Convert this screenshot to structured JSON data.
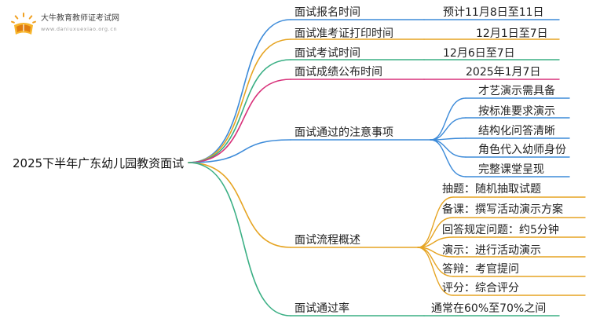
{
  "logo": {
    "name": "大牛教育教师证考试网",
    "url_text": "www.daniuxuexiao.org.cn"
  },
  "root": {
    "label": "2025下半年广东幼儿园教资面试"
  },
  "branches": [
    {
      "label": "面试报名时间",
      "color": "#3d8bd9",
      "children": [
        "预计11月8日至11日"
      ]
    },
    {
      "label": "面试准考证打印时间",
      "color": "#e6a422",
      "children": [
        "12月1日至7日"
      ]
    },
    {
      "label": "面试考试时间",
      "color": "#3aaf84",
      "children": [
        "12月6日至7日"
      ]
    },
    {
      "label": "面试成绩公布时间",
      "color": "#d8317a",
      "children": [
        "2025年1月7日"
      ]
    },
    {
      "label": "面试通过的注意事项",
      "color": "#3d8bd9",
      "children": [
        "才艺演示需具备",
        "按标准要求演示",
        "结构化问答清晰",
        "角色代入幼师身份",
        "完整课堂呈现"
      ]
    },
    {
      "label": "面试流程概述",
      "color": "#e6a422",
      "children": [
        "抽题：随机抽取试题",
        "备课：撰写活动演示方案",
        "回答规定问题：约5分钟",
        "演示：进行活动演示",
        "答辩：考官提问",
        "评分：综合评分"
      ]
    },
    {
      "label": "面试通过率",
      "color": "#3aaf84",
      "children": [
        "通常在60%至70%之间"
      ]
    }
  ]
}
